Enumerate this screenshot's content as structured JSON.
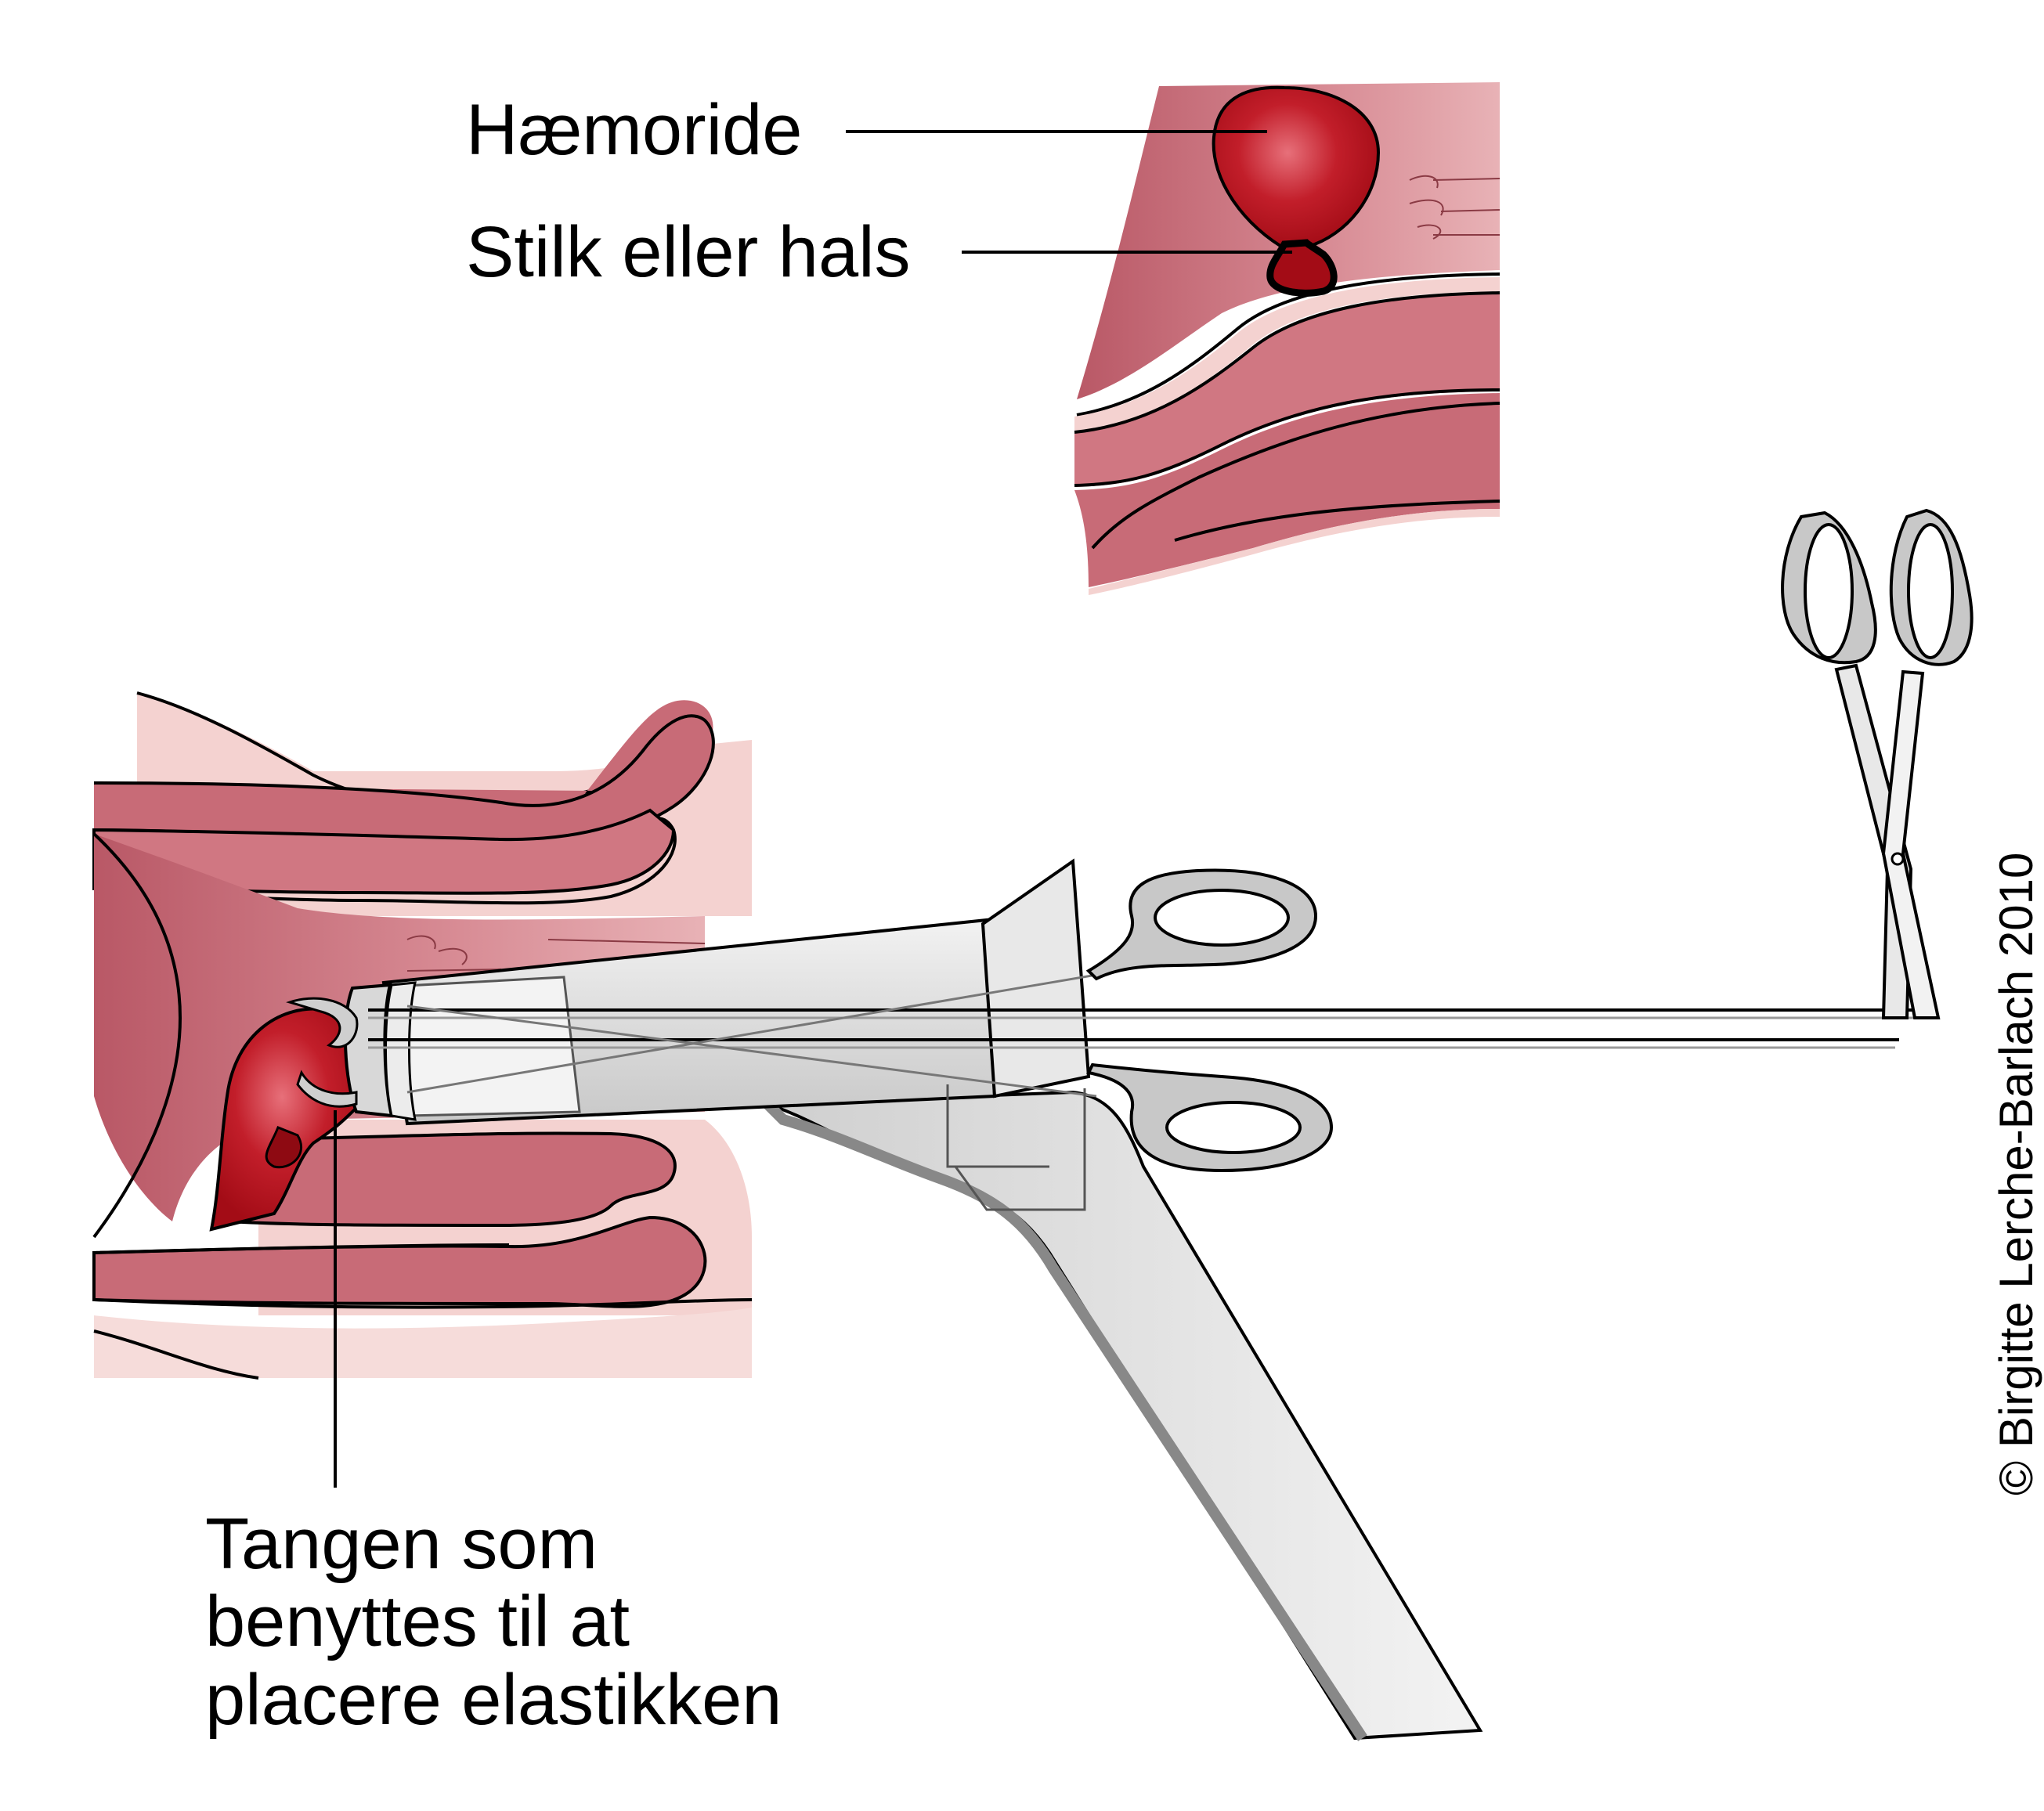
{
  "labels": {
    "haemoride": "Hæmoride",
    "stilk": "Stilk eller hals",
    "tangen": "Tangen som\nbenyttes til at\nplacere elastikken"
  },
  "copyright": "© Birgitte Lerche-Barlach 2010",
  "colors": {
    "tissue_dark": "#c0606e",
    "tissue_mid": "#d98a93",
    "tissue_light": "#f3cfcc",
    "hemorrhoid": "#b0121c",
    "instrument": "#e6e6e6",
    "instrument_dark": "#b8b8b8"
  }
}
